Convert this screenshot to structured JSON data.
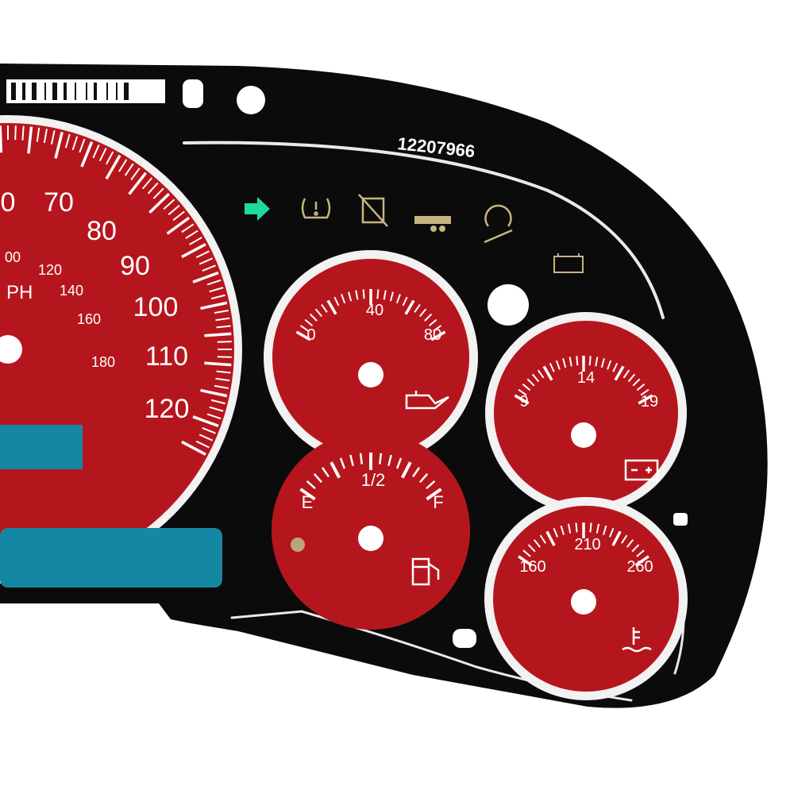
{
  "part_number": "12207966",
  "colors": {
    "panel": "#0b0b0b",
    "dial_face": "#b5161d",
    "ring": "#f2f2f2",
    "lcd_window": "#1687a2",
    "indicator_green": "#20d8a2",
    "indicator_amber": "#c8b482",
    "pivot_dot": "#b9a67a"
  },
  "indicators": [
    {
      "icon": "turn-signal-arrow-icon",
      "color": "#20d8a2"
    },
    {
      "icon": "tire-pressure-icon",
      "color": "#c8b482"
    },
    {
      "icon": "door-ajar-icon",
      "color": "#c8b482"
    },
    {
      "icon": "trailer-icon",
      "color": "#c8b482"
    },
    {
      "icon": "traction-control-off-icon",
      "color": "#c8b482"
    },
    {
      "icon": "battery-warning-icon",
      "color": "#c8b482"
    }
  ],
  "speedometer": {
    "mph_labels": [
      "0",
      "70",
      "80",
      "90",
      "100",
      "110",
      "120"
    ],
    "kmh_labels": [
      "00",
      "120",
      "140",
      "160",
      "180"
    ],
    "unit_text": "PH"
  },
  "oil_pressure_gauge": {
    "labels": [
      "0",
      "40",
      "80"
    ],
    "icon": "oil-can-icon"
  },
  "voltmeter_gauge": {
    "labels": [
      "9",
      "14",
      "19"
    ],
    "icon": "battery-icon"
  },
  "fuel_gauge": {
    "labels": [
      "E",
      "1/2",
      "F"
    ],
    "icon": "fuel-pump-icon"
  },
  "temperature_gauge": {
    "labels": [
      "160",
      "210",
      "260"
    ],
    "icon": "coolant-temperature-icon"
  }
}
